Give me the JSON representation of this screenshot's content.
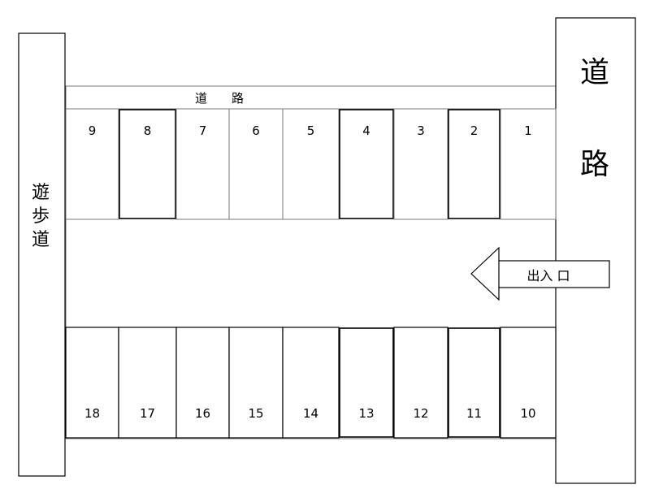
{
  "labels": {
    "road_top": "道　　路",
    "road_right": [
      "道",
      "路"
    ],
    "walkway": [
      "遊",
      "歩",
      "道"
    ],
    "entrance": "出入 口"
  },
  "top_row": [
    "9",
    "8",
    "7",
    "6",
    "5",
    "4",
    "3",
    "2",
    "1"
  ],
  "bottom_row": [
    "18",
    "17",
    "16",
    "15",
    "14",
    "13",
    "12",
    "11",
    "10"
  ]
}
